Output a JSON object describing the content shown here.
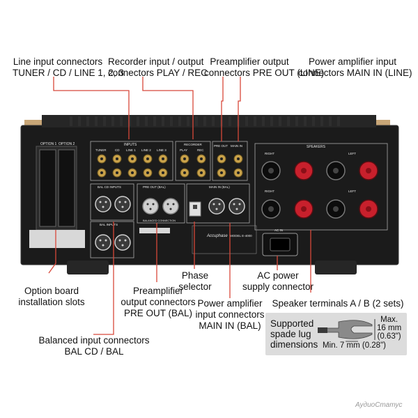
{
  "labels": {
    "line_input": "Line input connectors\nTUNER / CD / LINE 1, 2, 3",
    "recorder": "Recorder input / output\nconnectors PLAY / REC",
    "preamp_line": "Preamplifier output\nconnectors PRE OUT (LINE)",
    "power_line": "Power amplifier input\nconnectors MAIN IN (LINE)",
    "option_board": "Option board\ninstallation slots",
    "preamp_bal": "Preamplifier\noutput connectors\nPRE OUT (BAL)",
    "phase": "Phase\nselector",
    "ac_power": "AC power\nsupply connector",
    "power_bal": "Power amplifier\ninput connectors\nMAIN IN (BAL)",
    "speaker": "Speaker terminals A / B (2 sets)",
    "balanced_in": "Balanced input connectors\nBAL CD / BAL"
  },
  "spade_lug": {
    "caption": "Supported\nspade lug\ndimensions",
    "max": "Max.\n16 mm\n(0.63\")",
    "min": "Min. 7 mm (0.28\")"
  },
  "panel": {
    "option1": "OPTION 1",
    "option2": "OPTION 2",
    "inputs": "INPUTS",
    "tuner": "TUNER",
    "cd": "CD",
    "line1": "LINE 1",
    "line2": "LINE 2",
    "line3": "LINE 3",
    "recorder": "RECORDER",
    "play": "PLAY",
    "rec": "REC",
    "pre_out": "PRE OUT",
    "main_in": "MAIN IN",
    "speakers": "SPEAKERS",
    "right": "RIGHT",
    "left": "LEFT",
    "bal_cd_inputs": "BAL CD INPUTS",
    "bal_inputs": "BAL INPUTS",
    "pre_out_bal": "PRE OUT (BAL)",
    "main_in_bal": "MAIN IN (BAL)",
    "balanced_connection": "BALANCED CONNECTION",
    "ac_in": "AC IN",
    "brand": "Accuphase",
    "model": "MODEL E-4000"
  },
  "watermark": "АудиоСтатус",
  "colors": {
    "chassis": "#1b1b1b",
    "wood": "#c8a677",
    "callout_line": "#d8483a",
    "connector_gold": "#c9a24a",
    "speaker_red": "#c8202c",
    "note_box": "#dcdcdc"
  }
}
